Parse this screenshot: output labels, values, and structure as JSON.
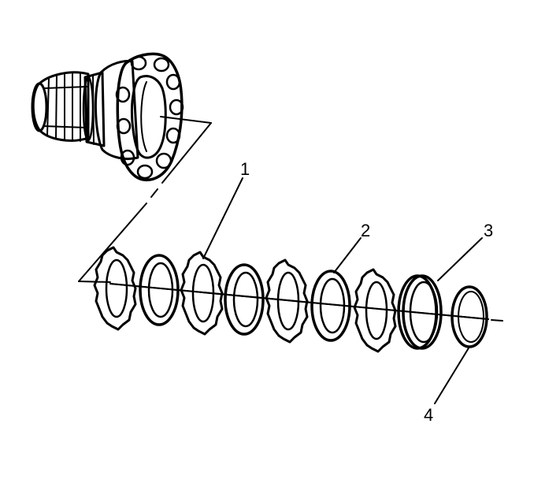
{
  "callouts": {
    "c1": "1",
    "c2": "2",
    "c3": "3",
    "c4": "4"
  },
  "colors": {
    "ink": "#000000",
    "paper": "#ffffff",
    "shade": "#e6e6e6"
  }
}
